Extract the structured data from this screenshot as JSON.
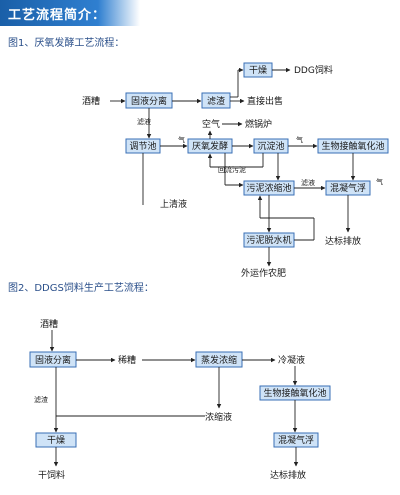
{
  "header": {
    "title": "工艺流程简介："
  },
  "figure1": {
    "caption": "图1、厌氧发酵工艺流程：",
    "nodes": {
      "feed": "酒糟",
      "separation": "固液分离",
      "filter_residue": "滤渣",
      "drying": "干燥",
      "ddg_feed": "DDG饲料",
      "direct_sale": "直接出售",
      "air": "空气",
      "boiler": "燃锅炉",
      "filtrate_label": "滤液",
      "regulating_tank": "调节池",
      "anaerobic": "厌氧发酵",
      "sedimentation": "沉淀池",
      "biocontact": "生物接触氧化池",
      "return_sludge": "回流污泥",
      "sludge_thickening": "污泥浓缩池",
      "filtrate2": "滤液",
      "flotation": "混凝气浮",
      "dewatering": "污泥脱水机",
      "discharge": "达标排放",
      "supernatant": "上清液",
      "fertilizer": "外运作农肥",
      "gas_mark_1": "气",
      "gas_mark_2": "气",
      "gas_mark_3": "气"
    }
  },
  "figure2": {
    "caption": "图2、DDGS饲料生产工艺流程：",
    "nodes": {
      "feed": "酒糟",
      "separation": "固液分离",
      "thin_stillage": "稀糟",
      "evaporation": "蒸发浓缩",
      "condensate": "冷凝液",
      "biocontact": "生物接触氧化池",
      "filter_residue": "滤渣",
      "concentrate": "浓缩液",
      "drying": "干燥",
      "flotation": "混凝气浮",
      "feed_product": "干饲料",
      "discharge": "达标排放"
    }
  },
  "colors": {
    "box_fill": "#cfe3f7",
    "box_stroke": "#3a6fb5",
    "header": "#1a5fa8"
  }
}
